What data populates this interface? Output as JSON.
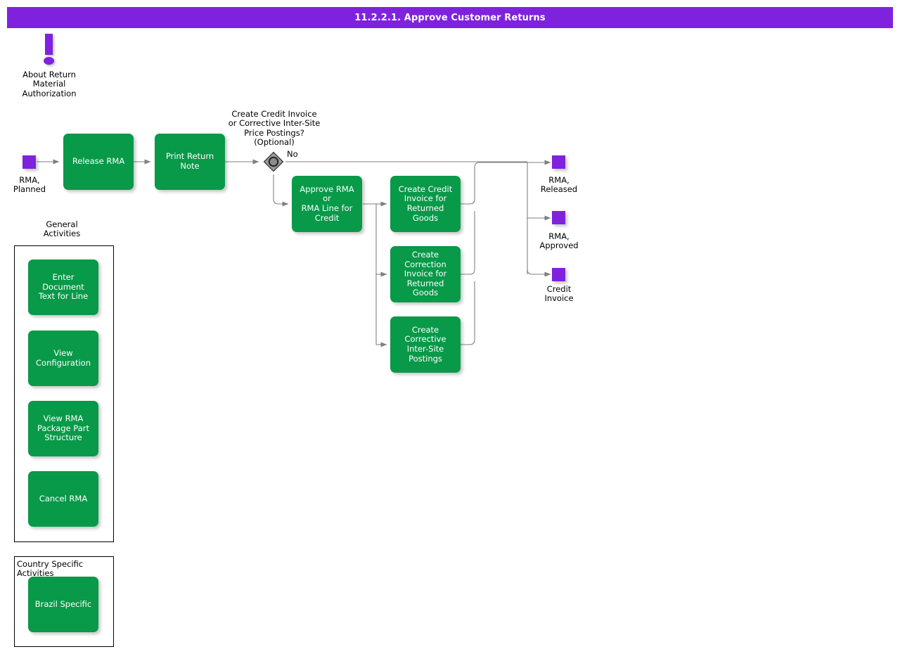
{
  "header": {
    "title": "11.2.2.1. Approve Customer Returns",
    "bg": "#7F22DD",
    "fg": "#FFFFFF"
  },
  "colors": {
    "process_green": "#089949",
    "state_purple": "#7F22DD",
    "decision_gray": "#808080",
    "connector_gray": "#808080",
    "canvas": "#FFFFFF"
  },
  "info": {
    "icon": "exclamation-icon",
    "label": "About Return\nMaterial\nAuthorization"
  },
  "flow": {
    "start_state": {
      "label": "RMA,\nPlanned",
      "shape": "state-square"
    },
    "activities": [
      {
        "id": "release-rma",
        "label": "Release RMA"
      },
      {
        "id": "print-return-note",
        "label": "Print Return\nNote"
      },
      {
        "id": "approve-rma-or-rma-line-for-credit",
        "label": "Approve RMA or\nRMA Line for\nCredit"
      },
      {
        "id": "create-credit-invoice-for-returned-goods",
        "label": "Create Credit\nInvoice for\nReturned Goods"
      },
      {
        "id": "create-correction-invoice-for-returned-goods",
        "label": "Create\nCorrection\nInvoice for\nReturned Goods"
      },
      {
        "id": "create-corrective-inter-site-postings",
        "label": "Create\nCorrective\nInter-Site\nPostings"
      }
    ],
    "decision": {
      "id": "create-credit-invoice-decision",
      "question": "Create Credit Invoice\nor Corrective Inter-Site\nPrice Postings?\n(Optional)",
      "branch_label": "No"
    },
    "end_states": [
      {
        "id": "rma-released",
        "label": "RMA,\nReleased"
      },
      {
        "id": "rma-approved",
        "label": "RMA,\nApproved"
      },
      {
        "id": "credit-invoice",
        "label": "Credit\nInvoice"
      }
    ]
  },
  "panels": [
    {
      "id": "general-activities",
      "title": "General\nActivities",
      "title_position": "above",
      "items": [
        {
          "id": "enter-document-text-for-line",
          "label": "Enter Document\nText for Line"
        },
        {
          "id": "view-configuration",
          "label": "View\nConfiguration"
        },
        {
          "id": "view-rma-package-part-structure",
          "label": "View RMA\nPackage Part\nStructure"
        },
        {
          "id": "cancel-rma",
          "label": "Cancel RMA"
        }
      ]
    },
    {
      "id": "country-specific-activities",
      "title": "Country Specific Activities",
      "title_position": "inside",
      "items": [
        {
          "id": "brazil-specific",
          "label": "Brazil Specific"
        }
      ]
    }
  ]
}
